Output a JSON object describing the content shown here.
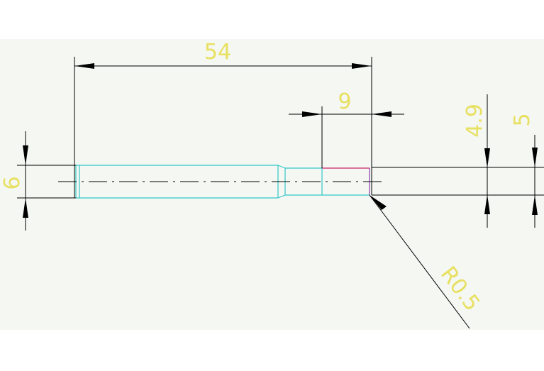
{
  "colors": {
    "background": "#f4f7f2",
    "dimension_line": "#000000",
    "dimension_text": "#e8e060",
    "part_outline": "#33c8c8",
    "center_line": "#000000",
    "highlight": "#cc2266"
  },
  "dimensions": {
    "overall_length": "54",
    "segment_length": "9",
    "left_diameter": "6",
    "right_diameter_inner": "4.9",
    "right_diameter_outer": "5",
    "radius": "R0.5"
  }
}
